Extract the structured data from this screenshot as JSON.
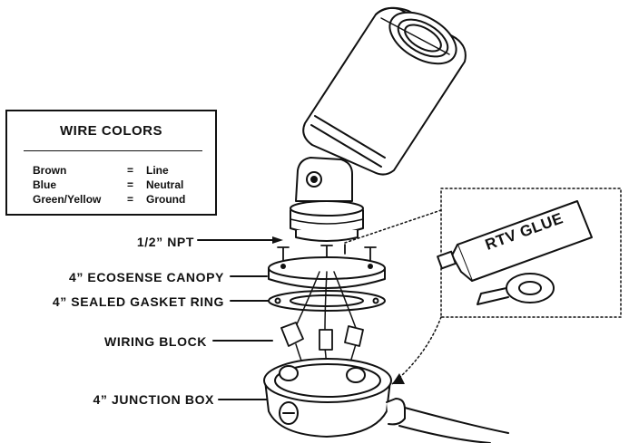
{
  "legend": {
    "title": "WIRE COLORS",
    "rows": [
      {
        "color": "Brown",
        "eq": "=",
        "function": "Line"
      },
      {
        "color": "Blue",
        "eq": "=",
        "function": "Neutral"
      },
      {
        "color": "Green/Yellow",
        "eq": "=",
        "function": "Ground"
      }
    ]
  },
  "labels": {
    "npt": "1/2” NPT",
    "canopy": "4” ECOSENSE CANOPY",
    "gasket": "4” SEALED GASKET RING",
    "wiring_block": "WIRING BLOCK",
    "junction_box": "4” JUNCTION BOX"
  },
  "inset": {
    "glue_label": "RTV GLUE"
  }
}
